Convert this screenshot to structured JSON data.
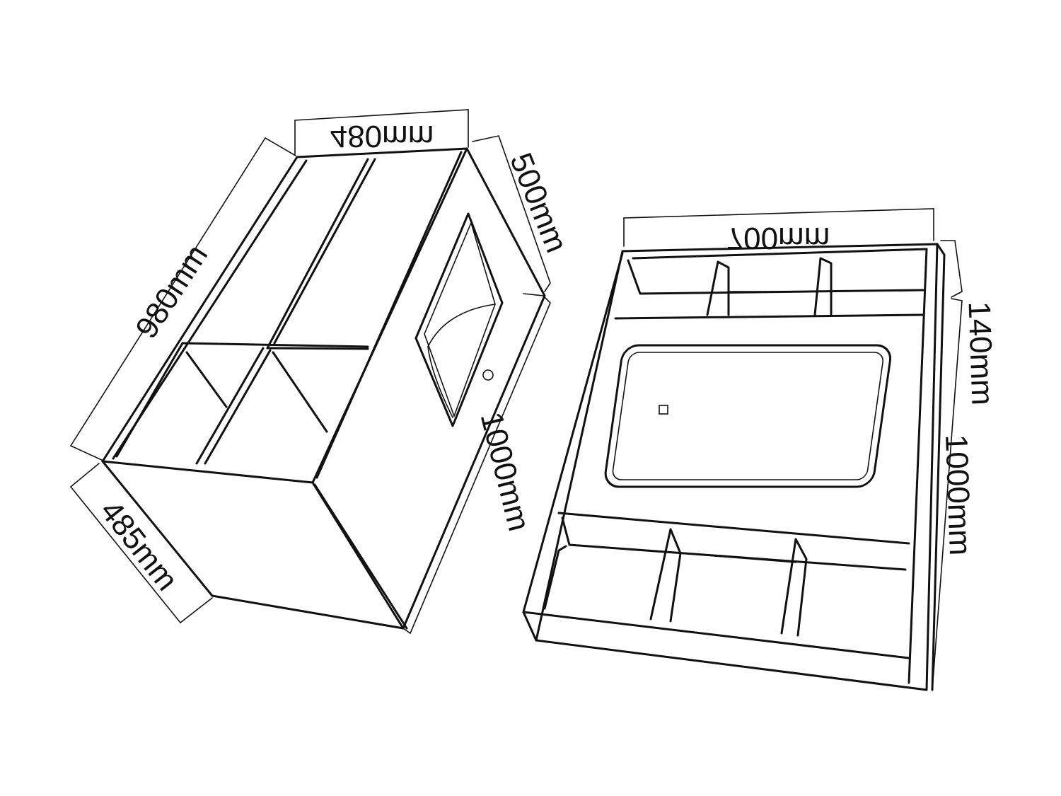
{
  "colors": {
    "ink": "#111111",
    "paper": "#ffffff"
  },
  "vanity": {
    "top_depth": "480mm",
    "height": "980mm",
    "basin_depth": "500mm",
    "width": "1000mm",
    "side_depth": "485mm"
  },
  "mirror_cabinet": {
    "height": "700mm",
    "depth": "140mm",
    "width": "1000mm"
  }
}
